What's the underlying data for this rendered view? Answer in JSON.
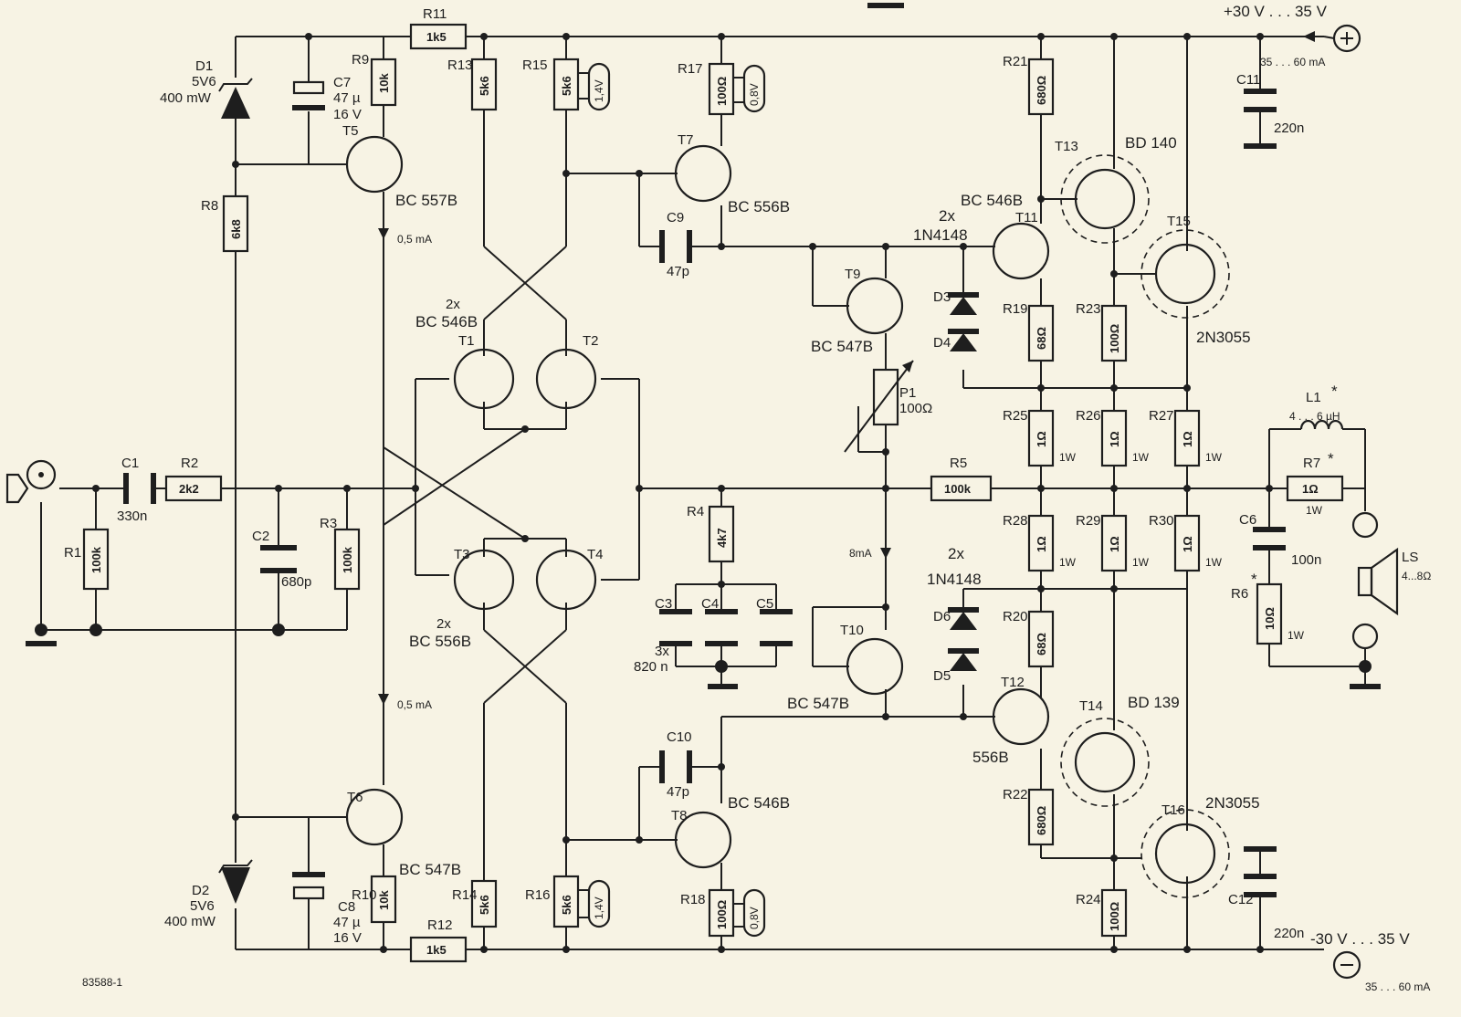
{
  "figure_id": "83588-1",
  "supply": {
    "positive": {
      "voltage": "+30 V . . . 35 V",
      "current": "35 . . . 60 mA"
    },
    "negative": {
      "voltage": "-30 V . . . 35 V",
      "current": "35 . . . 60 mA"
    }
  },
  "resistors": [
    {
      "ref": "R1",
      "value": "100k"
    },
    {
      "ref": "R2",
      "value": "2k2"
    },
    {
      "ref": "R3",
      "value": "100k"
    },
    {
      "ref": "R4",
      "value": "4k7"
    },
    {
      "ref": "R5",
      "value": "100k"
    },
    {
      "ref": "R6",
      "value": "10Ω",
      "rating": "1W",
      "mark": "*"
    },
    {
      "ref": "R7",
      "value": "1Ω",
      "rating": "1W",
      "mark": "*"
    },
    {
      "ref": "R8",
      "value": "6k8"
    },
    {
      "ref": "R9",
      "value": "10k"
    },
    {
      "ref": "R10",
      "value": "10k"
    },
    {
      "ref": "R11",
      "value": "1k5"
    },
    {
      "ref": "R12",
      "value": "1k5"
    },
    {
      "ref": "R13",
      "value": "5k6"
    },
    {
      "ref": "R14",
      "value": "5k6"
    },
    {
      "ref": "R15",
      "value": "5k6",
      "voltage": "1,4V"
    },
    {
      "ref": "R16",
      "value": "5k6",
      "voltage": "1,4V"
    },
    {
      "ref": "R17",
      "value": "100Ω",
      "voltage": "0,8V"
    },
    {
      "ref": "R18",
      "value": "100Ω",
      "voltage": "0,8V"
    },
    {
      "ref": "R19",
      "value": "68Ω"
    },
    {
      "ref": "R20",
      "value": "68Ω"
    },
    {
      "ref": "R21",
      "value": "680Ω"
    },
    {
      "ref": "R22",
      "value": "680Ω"
    },
    {
      "ref": "R23",
      "value": "100Ω"
    },
    {
      "ref": "R24",
      "value": "100Ω"
    },
    {
      "ref": "R25",
      "value": "1Ω",
      "rating": "1W"
    },
    {
      "ref": "R26",
      "value": "1Ω",
      "rating": "1W"
    },
    {
      "ref": "R27",
      "value": "1Ω",
      "rating": "1W"
    },
    {
      "ref": "R28",
      "value": "1Ω",
      "rating": "1W"
    },
    {
      "ref": "R29",
      "value": "1Ω",
      "rating": "1W"
    },
    {
      "ref": "R30",
      "value": "1Ω",
      "rating": "1W"
    }
  ],
  "capacitors": [
    {
      "ref": "C1",
      "value": "330n"
    },
    {
      "ref": "C2",
      "value": "680p"
    },
    {
      "ref": "C3",
      "value": "3x"
    },
    {
      "ref": "C4",
      "value": "820 n"
    },
    {
      "ref": "C5",
      "value": ""
    },
    {
      "ref": "C6",
      "value": "100n"
    },
    {
      "ref": "C7",
      "value": "47 µ",
      "voltage": "16 V"
    },
    {
      "ref": "C8",
      "value": "47 µ",
      "voltage": "16 V"
    },
    {
      "ref": "C9",
      "value": "47p"
    },
    {
      "ref": "C10",
      "value": "47p"
    },
    {
      "ref": "C11",
      "value": "220n"
    },
    {
      "ref": "C12",
      "value": "220n"
    }
  ],
  "transistors": [
    {
      "ref": "T1",
      "type": "2x"
    },
    {
      "ref": "T2",
      "type": "BC 546B"
    },
    {
      "ref": "T3",
      "type": "2x"
    },
    {
      "ref": "T4",
      "type": "BC 556B"
    },
    {
      "ref": "T5",
      "type": "BC 557B"
    },
    {
      "ref": "T6",
      "type": "BC 547B"
    },
    {
      "ref": "T7",
      "type": "BC 556B"
    },
    {
      "ref": "T8",
      "type": "BC 546B"
    },
    {
      "ref": "T9",
      "type": "BC 547B"
    },
    {
      "ref": "T10",
      "type": "BC 547B"
    },
    {
      "ref": "T11",
      "type": "BC 546B"
    },
    {
      "ref": "T12",
      "type": "556B"
    },
    {
      "ref": "T13",
      "type": "BD 140"
    },
    {
      "ref": "T14",
      "type": "BD 139"
    },
    {
      "ref": "T15",
      "type": "2N3055"
    },
    {
      "ref": "T16",
      "type": "2N3055"
    }
  ],
  "diodes": [
    {
      "ref": "D1",
      "value": "5V6",
      "power": "400 mW"
    },
    {
      "ref": "D2",
      "value": "5V6",
      "power": "400 mW"
    },
    {
      "ref": "D3",
      "group": "2x",
      "type": "1N4148"
    },
    {
      "ref": "D4"
    },
    {
      "ref": "D5"
    },
    {
      "ref": "D6",
      "group": "2x",
      "type": "1N4148"
    }
  ],
  "pot": {
    "ref": "P1",
    "value": "100Ω"
  },
  "inductor": {
    "ref": "L1",
    "value": "4 . . . 6 µH",
    "mark": "*"
  },
  "speaker": {
    "ref": "LS",
    "value": "4...8Ω"
  },
  "currents": {
    "t5": "0,5 mA",
    "t6": "0,5 mA",
    "bias": "8mA"
  }
}
